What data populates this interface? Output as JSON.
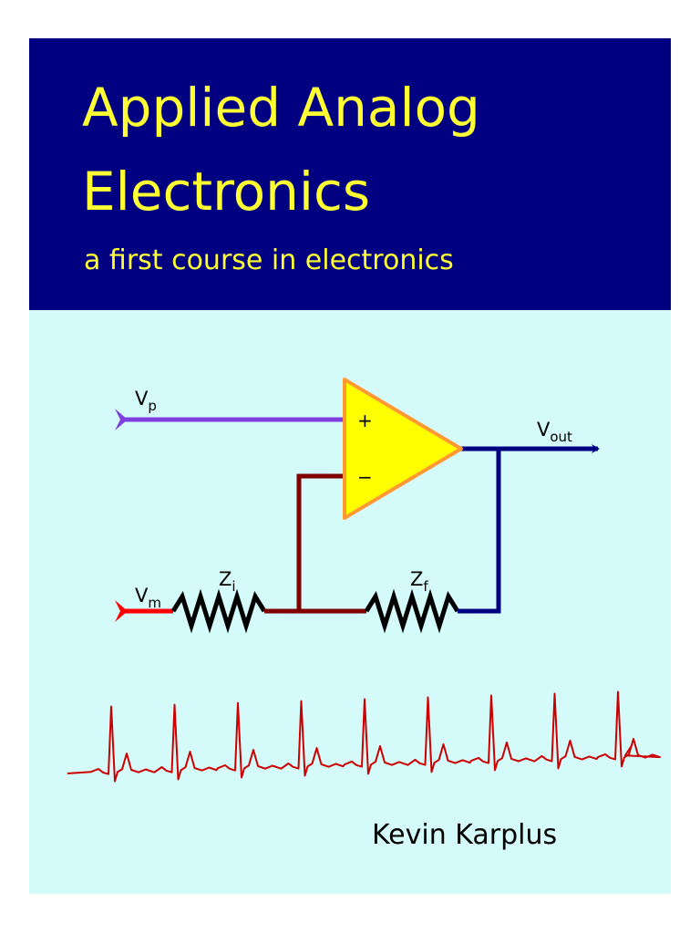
{
  "cover": {
    "title": "Applied Analog\nElectronics",
    "subtitle": "a first course in electronics",
    "author": "Kevin Karplus",
    "colors": {
      "banner": "#000080",
      "title_text": "#ffff33",
      "background": "#d4fafa",
      "opamp_fill": "#ffff00",
      "opamp_outline": "#ff9933",
      "vp_wire": "#8040e0",
      "vm_wire": "#ff0000",
      "feedback_wire": "#800000",
      "output_wire": "#000080",
      "ecg_trace": "#cc0000"
    }
  },
  "circuit": {
    "vp": {
      "main": "V",
      "sub": "p"
    },
    "vm": {
      "main": "V",
      "sub": "m"
    },
    "vout": {
      "main": "V",
      "sub": "out"
    },
    "zi": {
      "main": "Z",
      "sub": "i"
    },
    "zf": {
      "main": "Z",
      "sub": "f"
    },
    "plus_sign": "+",
    "minus_sign": "−"
  },
  "ecg": {
    "beat_count": 9
  }
}
